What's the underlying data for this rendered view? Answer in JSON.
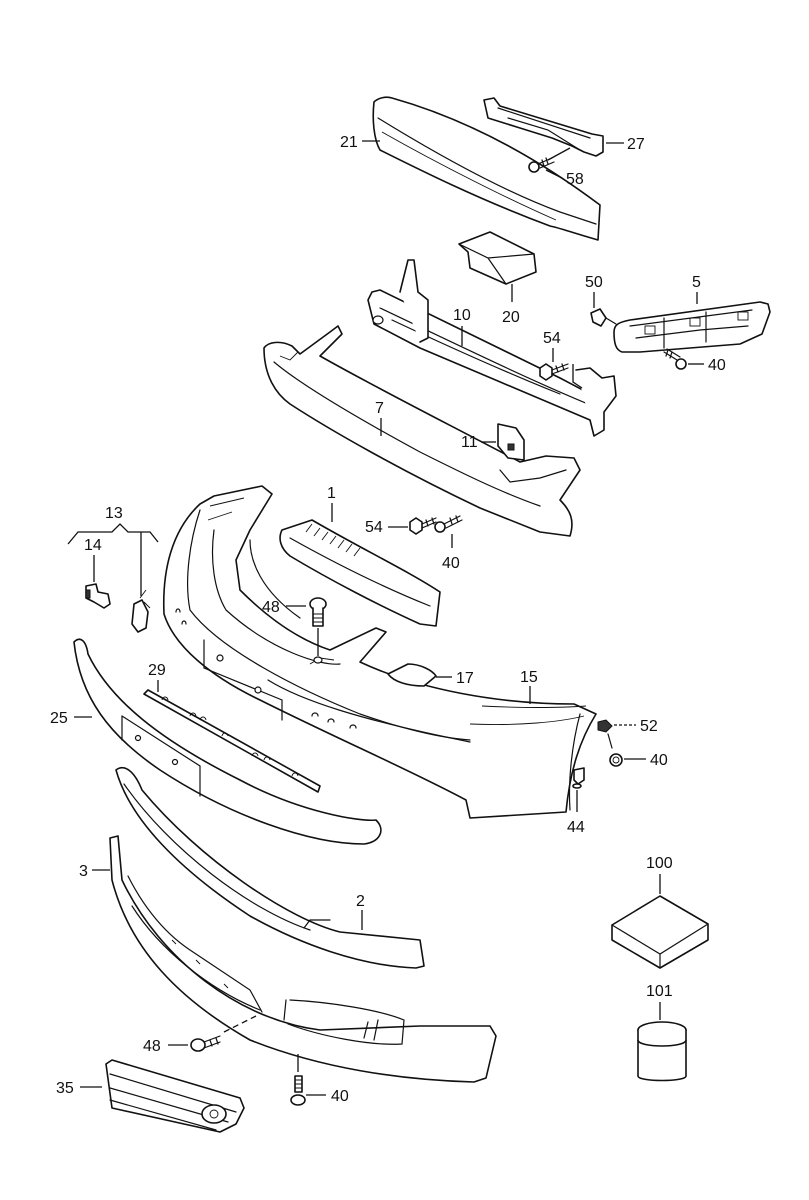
{
  "diagram": {
    "type": "exploded-parts-diagram",
    "subject": "front bumper assembly",
    "line_color": "#111111",
    "background": "#ffffff"
  },
  "callouts": [
    {
      "id": "c21",
      "label": "21",
      "part": "impact-absorber"
    },
    {
      "id": "c27",
      "label": "27",
      "part": "side-bracket"
    },
    {
      "id": "c58",
      "label": "58",
      "part": "screw"
    },
    {
      "id": "c20",
      "label": "20",
      "part": "foam-block"
    },
    {
      "id": "c50",
      "label": "50",
      "part": "expanding-clip"
    },
    {
      "id": "c5",
      "label": "5",
      "part": "guide-bracket"
    },
    {
      "id": "c40a",
      "label": "40",
      "part": "screw"
    },
    {
      "id": "c10",
      "label": "10",
      "part": "reinforcement-bar"
    },
    {
      "id": "c54a",
      "label": "54",
      "part": "bolt"
    },
    {
      "id": "c7",
      "label": "7",
      "part": "carrier"
    },
    {
      "id": "c11",
      "label": "11",
      "part": "retainer"
    },
    {
      "id": "c1",
      "label": "1",
      "part": "air-guide"
    },
    {
      "id": "c54b",
      "label": "54",
      "part": "bolt"
    },
    {
      "id": "c40b",
      "label": "40",
      "part": "screw"
    },
    {
      "id": "c13",
      "label": "13",
      "part": "washer-jet-group"
    },
    {
      "id": "c14",
      "label": "14",
      "part": "clip"
    },
    {
      "id": "c48a",
      "label": "48",
      "part": "screw"
    },
    {
      "id": "c17",
      "label": "17",
      "part": "cap"
    },
    {
      "id": "c15",
      "label": "15",
      "part": "bumper-cover"
    },
    {
      "id": "c29",
      "label": "29",
      "part": "trim-strip"
    },
    {
      "id": "c25",
      "label": "25",
      "part": "moulding"
    },
    {
      "id": "c52",
      "label": "52",
      "part": "clip-nut"
    },
    {
      "id": "c40c",
      "label": "40",
      "part": "screw"
    },
    {
      "id": "c44",
      "label": "44",
      "part": "plug"
    },
    {
      "id": "c100",
      "label": "100",
      "part": "repair-kit"
    },
    {
      "id": "c3",
      "label": "3",
      "part": "spoiler"
    },
    {
      "id": "c2",
      "label": "2",
      "part": "trim-strip-lower"
    },
    {
      "id": "c101",
      "label": "101",
      "part": "paint-pot"
    },
    {
      "id": "c48b",
      "label": "48",
      "part": "screw"
    },
    {
      "id": "c35",
      "label": "35",
      "part": "fog-light-grille"
    },
    {
      "id": "c40d",
      "label": "40",
      "part": "screw"
    }
  ]
}
